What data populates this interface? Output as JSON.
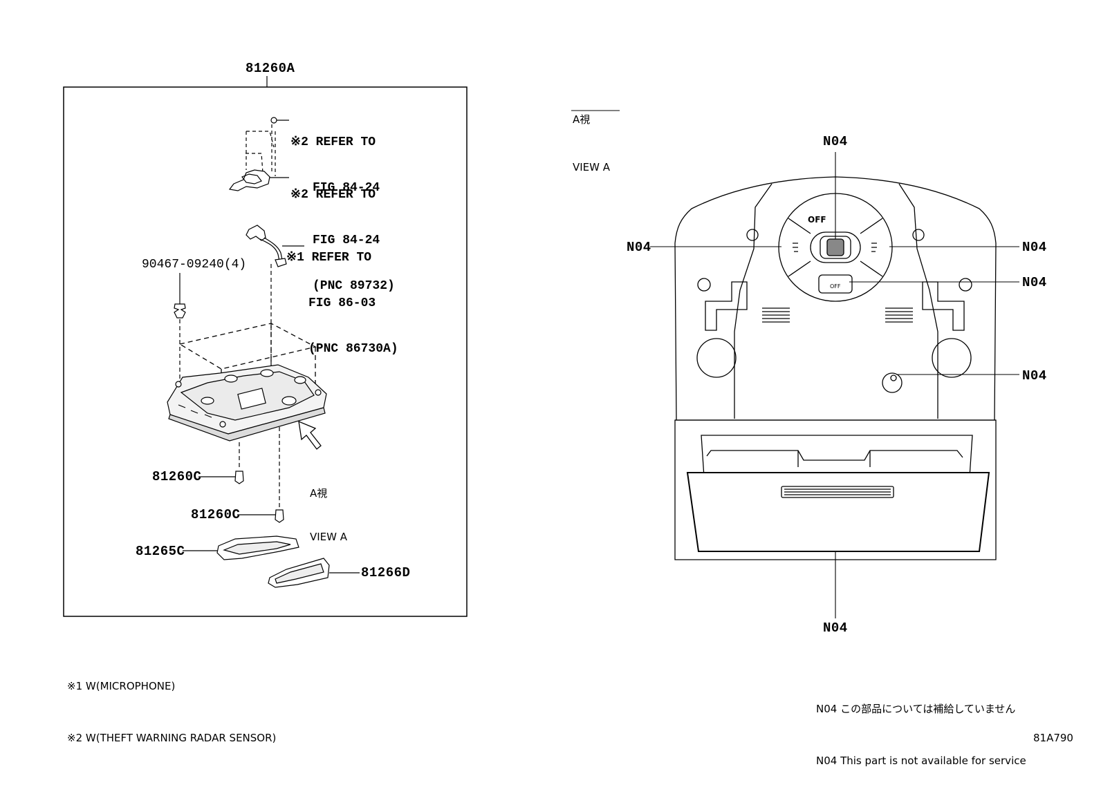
{
  "left_figure": {
    "assembly_label": "81260A",
    "callouts": {
      "ref1_a": "※2 REFER TO",
      "ref1_b": "FIG 84-24",
      "ref2_a": "※2 REFER TO",
      "ref2_b": "FIG 84-24",
      "ref2_c": "(PNC 89732)",
      "ref3_a": "※1 REFER TO",
      "ref3_b": "FIG 86-03",
      "ref3_c": "(PNC 86730A)"
    },
    "parts": {
      "screw": "90467-09240(4)",
      "bulb1": "81260C",
      "bulb2": "81260C",
      "lens1": "81265C",
      "lens2": "81266D"
    },
    "view_arrow": {
      "jp": "A視",
      "en": "VIEW A"
    }
  },
  "footnotes": {
    "note1": "※1 W(MICROPHONE)",
    "note2": "※2 W(THEFT WARNING RADAR SENSOR)"
  },
  "right_figure": {
    "view_jp": "A視",
    "view_en": "VIEW A",
    "callouts": {
      "top": "N04",
      "left": "N04",
      "right_upper": "N04",
      "right_middle": "N04",
      "right_lower": "N04",
      "bottom": "N04"
    },
    "switch_labels": {
      "off": "OFF",
      "small_off": "OFF"
    }
  },
  "legend": {
    "jp": "N04 この部品については補給していません",
    "en": "N04 This part is not available for service"
  },
  "figure_id": "81A790"
}
